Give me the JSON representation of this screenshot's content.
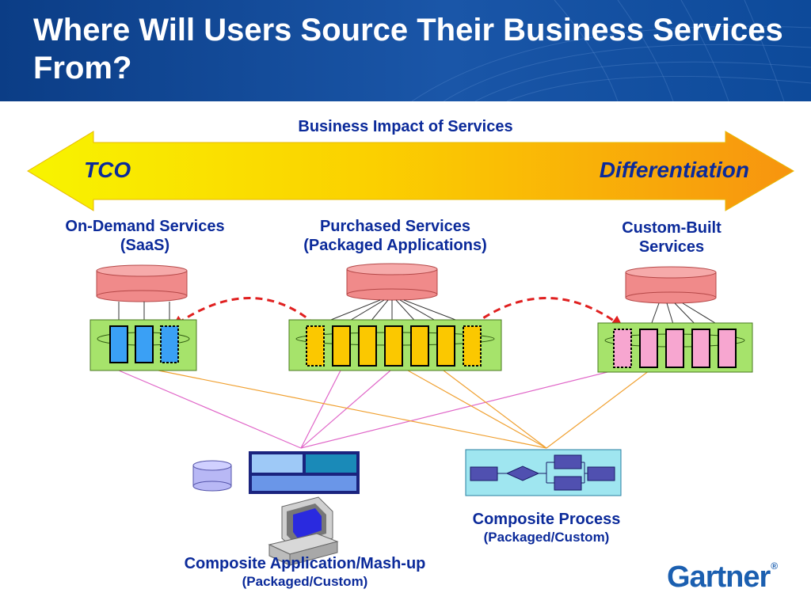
{
  "title": "Where Will Users Source Their Business Services From?",
  "impact_axis": {
    "heading": "Business Impact of Services",
    "left_label": "TCO",
    "right_label": "Differentiation"
  },
  "categories": {
    "on_demand": {
      "line1": "On-Demand Services",
      "line2": "(SaaS)"
    },
    "purchased": {
      "line1": "Purchased Services",
      "line2": "(Packaged Applications)"
    },
    "custom": {
      "line1": "Custom-Built",
      "line2": "Services"
    }
  },
  "composite_application": {
    "line1": "Composite Application/Mash-up",
    "line2": "(Packaged/Custom)"
  },
  "composite_process": {
    "line1": "Composite Process",
    "line2": "(Packaged/Custom)"
  },
  "logo": {
    "text": "Gartner",
    "mark": "®"
  },
  "colors": {
    "header": "#0b3d86",
    "label_text": "#0b2a9a",
    "arrow_left": "#f8f400",
    "arrow_right": "#f7940f",
    "database": "#f08a8a",
    "service_panel": "#a6e36b",
    "saas_service": "#3aa0f5",
    "packaged_service": "#fbc800",
    "custom_service": "#f7a6d0",
    "pink_connector": "#e066c8",
    "orange_connector": "#f0a030",
    "red_dashed": "#e02020"
  }
}
